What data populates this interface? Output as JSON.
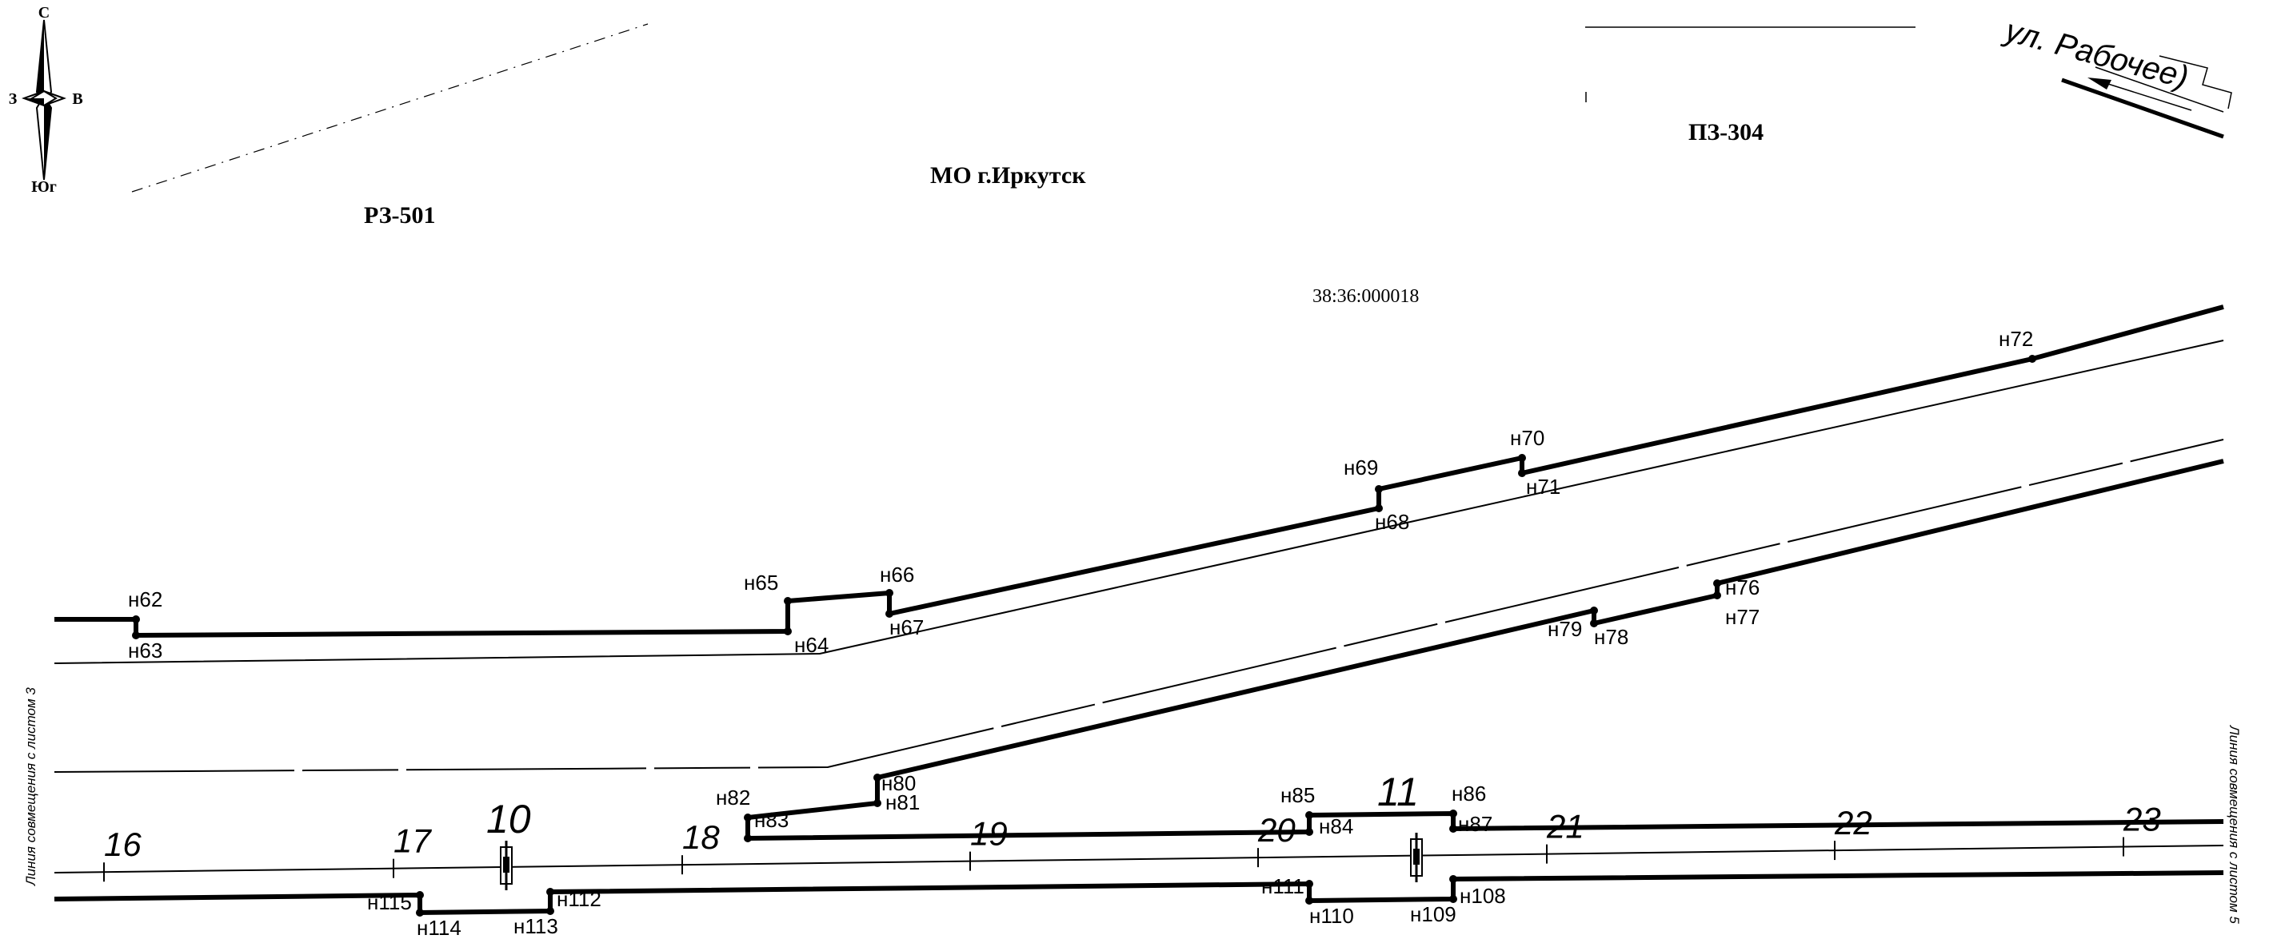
{
  "compass": {
    "north": "С",
    "south": "Юг",
    "west": "З",
    "east": "В"
  },
  "zones": {
    "rz": "РЗ-501",
    "pz": "ПЗ-304",
    "mo": "МО г.Иркутск"
  },
  "cadastral": "38:36:000018",
  "street": "ул. Рабочее)",
  "sheet_left": "Линия совмещения с листом 3",
  "sheet_right": "Линия совмещения с листом 5",
  "pickets": [
    "16",
    "17",
    "18",
    "19",
    "20",
    "21",
    "22",
    "23"
  ],
  "sections": [
    "10",
    "11"
  ],
  "points": [
    "н62",
    "н63",
    "н64",
    "н65",
    "н66",
    "н67",
    "н68",
    "н69",
    "н70",
    "н71",
    "н72",
    "н76",
    "н77",
    "н78",
    "н79",
    "н80",
    "н81",
    "н82",
    "н83",
    "н84",
    "н85",
    "н86",
    "н87",
    "н108",
    "н109",
    "н110",
    "н111",
    "н112",
    "н113",
    "н114",
    "н115"
  ],
  "colors": {
    "ink": "#000000",
    "paper": "#ffffff"
  }
}
